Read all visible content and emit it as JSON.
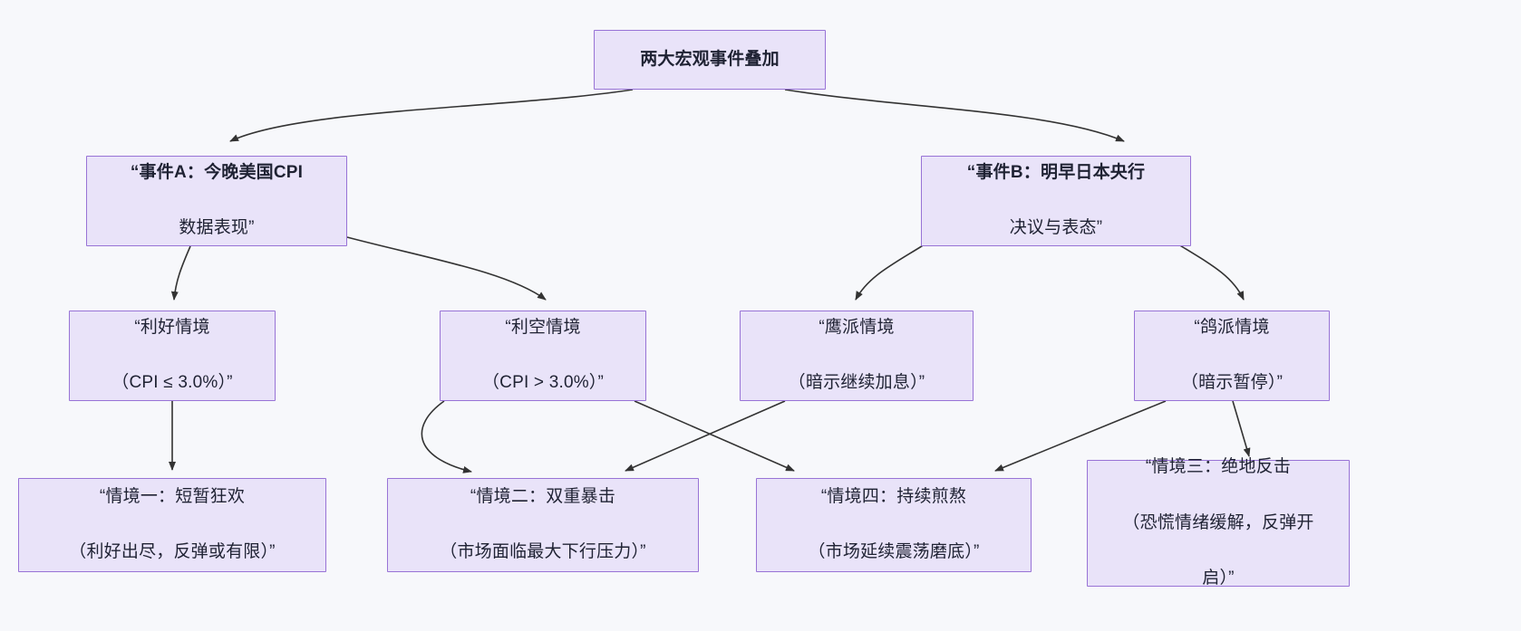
{
  "diagram": {
    "type": "flowchart",
    "direction": "top-down",
    "background_color": "#f7f8fb",
    "node_fill": "#e9e3f9",
    "node_border": "#9873d6",
    "edge_color": "#333333",
    "text_color": "#1f2233"
  },
  "nodes": {
    "root": {
      "id": "root",
      "lines": [
        "两大宏观事件叠加"
      ],
      "bold_lines": [
        false
      ]
    },
    "event_a": {
      "id": "event_a",
      "lines": [
        "“事件A：今晚美国CPI",
        "数据表现”"
      ],
      "bold_lines": [
        true,
        false
      ]
    },
    "event_b": {
      "id": "event_b",
      "lines": [
        "“事件B：明早日本央行",
        "决议与表态”"
      ],
      "bold_lines": [
        true,
        false
      ]
    },
    "bullish": {
      "id": "bullish",
      "lines": [
        "“利好情境",
        "（CPI ≤ 3.0%）”"
      ],
      "bold_lines": [
        false,
        false
      ]
    },
    "bearish": {
      "id": "bearish",
      "lines": [
        "“利空情境",
        "（CPI > 3.0%）”"
      ],
      "bold_lines": [
        false,
        false
      ]
    },
    "hawkish": {
      "id": "hawkish",
      "lines": [
        "“鹰派情境",
        "（暗示继续加息）”"
      ],
      "bold_lines": [
        false,
        false
      ]
    },
    "dovish": {
      "id": "dovish",
      "lines": [
        "“鸽派情境",
        "（暗示暂停）”"
      ],
      "bold_lines": [
        false,
        false
      ]
    },
    "scenario_1": {
      "id": "scenario_1",
      "lines": [
        "“情境一：短暂狂欢",
        "（利好出尽，反弹或有限）”"
      ],
      "bold_lines": [
        false,
        false
      ]
    },
    "scenario_2": {
      "id": "scenario_2",
      "lines": [
        "“情境二：双重暴击",
        "（市场面临最大下行压力）”"
      ],
      "bold_lines": [
        false,
        false
      ]
    },
    "scenario_4": {
      "id": "scenario_4",
      "lines": [
        "“情境四：持续煎熬",
        "（市场延续震荡磨底）”"
      ],
      "bold_lines": [
        false,
        false
      ]
    },
    "scenario_3": {
      "id": "scenario_3",
      "lines": [
        "“情境三：绝地反击",
        "（恐慌情绪缓解，反弹开",
        "启）”"
      ],
      "bold_lines": [
        false,
        false,
        false
      ]
    }
  },
  "edges": [
    {
      "from": "root",
      "to": "event_a"
    },
    {
      "from": "root",
      "to": "event_b"
    },
    {
      "from": "event_a",
      "to": "bullish"
    },
    {
      "from": "event_a",
      "to": "bearish"
    },
    {
      "from": "event_b",
      "to": "hawkish"
    },
    {
      "from": "event_b",
      "to": "dovish"
    },
    {
      "from": "bullish",
      "to": "scenario_1"
    },
    {
      "from": "bearish",
      "to": "scenario_2"
    },
    {
      "from": "hawkish",
      "to": "scenario_2"
    },
    {
      "from": "dovish",
      "to": "scenario_4"
    },
    {
      "from": "dovish",
      "to": "scenario_3"
    },
    {
      "from": "hawkish",
      "to": "scenario_4"
    }
  ]
}
